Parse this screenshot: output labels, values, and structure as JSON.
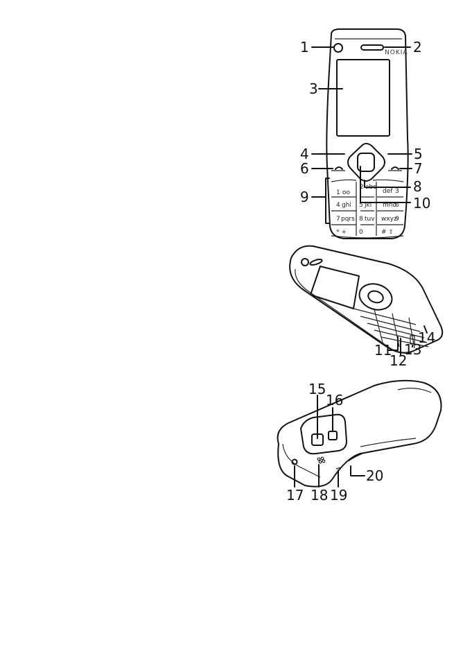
{
  "brand": "NOKIA",
  "front_keys": {
    "k1": "1",
    "k1s": "oo",
    "k2": "2",
    "k2s": "abc",
    "k3": "3",
    "k3s": "def",
    "k4": "4",
    "k4s": "ghi",
    "k5": "5",
    "k5s": "jkl",
    "k6": "6",
    "k6s": "mno",
    "k7": "7",
    "k7s": "pqrs",
    "k8": "8",
    "k8s": "tuv",
    "k9": "9",
    "k9s": "wxyz",
    "kstar": "* +",
    "k0": "0",
    "khash": "# ⇧"
  },
  "callouts": {
    "c1": "1",
    "c2": "2",
    "c3": "3",
    "c4": "4",
    "c5": "5",
    "c6": "6",
    "c7": "7",
    "c8": "8",
    "c9": "9",
    "c10": "10",
    "c11": "11",
    "c12": "12",
    "c13": "13",
    "c14": "14",
    "c15": "15",
    "c16": "16",
    "c17": "17",
    "c18": "18",
    "c19": "19",
    "c20": "20"
  }
}
